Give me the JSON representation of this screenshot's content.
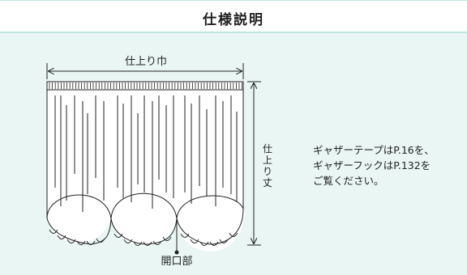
{
  "header": {
    "title": "仕様説明"
  },
  "diagram": {
    "width_label": "仕上り巾",
    "height_label_chars": [
      "仕",
      "上",
      "り",
      "丈"
    ],
    "opening_label": "開口部"
  },
  "note": {
    "lines": [
      "ギャザーテープはP.16を、",
      "ギャザーフックはP.132を",
      "ご覧ください。"
    ]
  }
}
